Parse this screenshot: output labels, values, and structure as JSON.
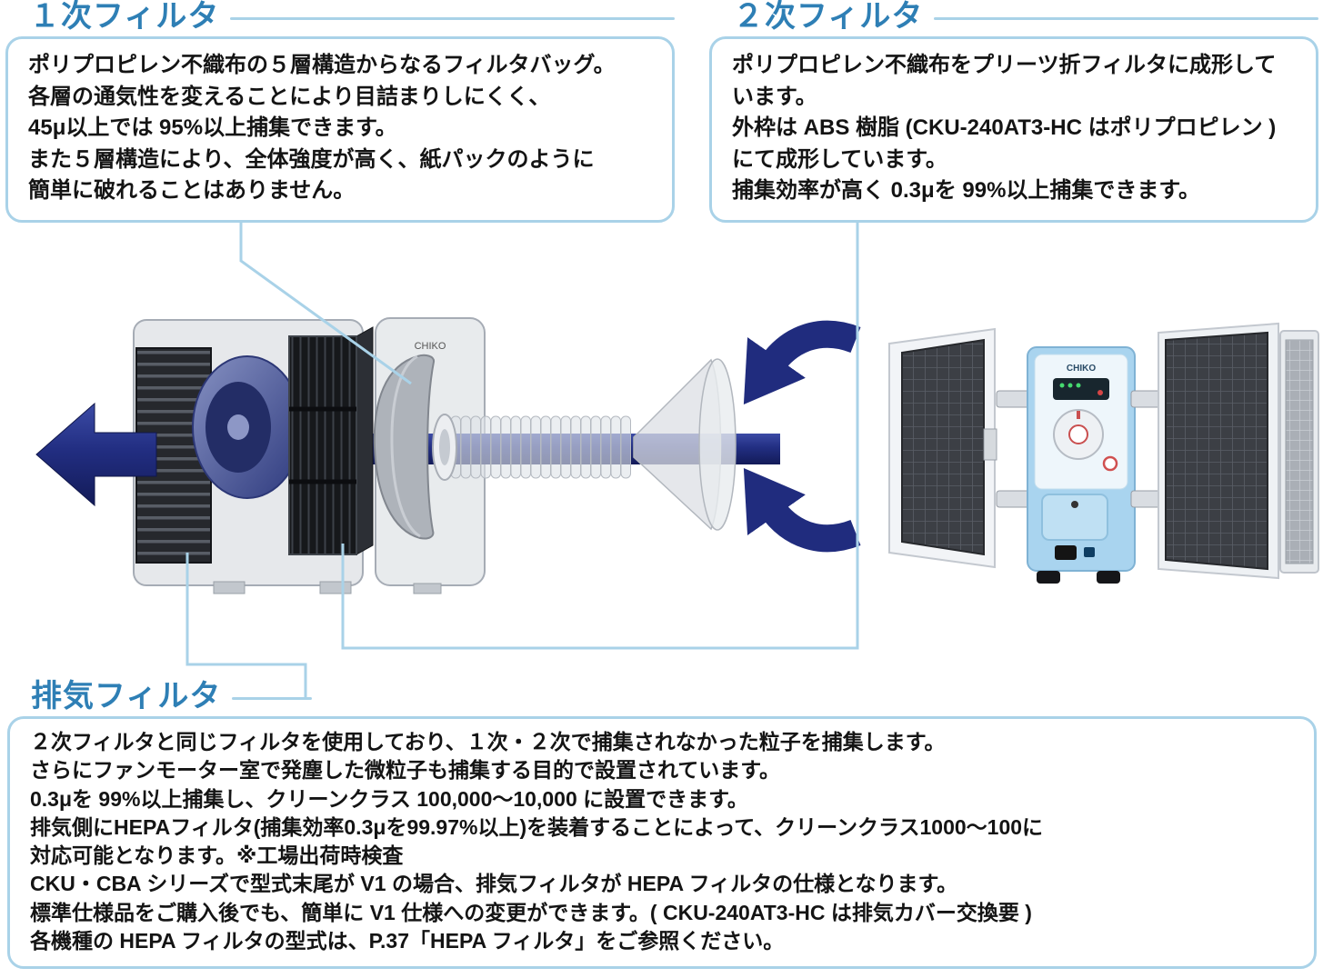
{
  "colors": {
    "title_blue": "#2e7fb5",
    "callout_border": "#a9d2e8",
    "arrow_navy": "#202c7e",
    "machine_blue": "#a9d4ef"
  },
  "brand": "CHIKO",
  "callouts": {
    "primary": {
      "title": "１次フィルタ",
      "body": [
        "ポリプロピレン不織布の５層構造からなるフィルタバッグ。",
        "各層の通気性を変えることにより目詰まりしにくく、",
        "45μ以上では 95%以上捕集できます。",
        "また５層構造により、全体強度が高く、紙パックのように",
        "簡単に破れることはありません。"
      ]
    },
    "secondary": {
      "title": "２次フィルタ",
      "body": [
        "ポリプロピレン不織布をプリーツ折フィルタに成形して",
        "います。",
        "外枠は ABS 樹脂 (CKU-240AT3-HC はポリプロピレン )",
        "にて成形しています。",
        "捕集効率が高く 0.3μを 99%以上捕集できます。"
      ]
    },
    "exhaust": {
      "title": "排気フィルタ",
      "body": [
        "２次フィルタと同じフィルタを使用しており、１次・２次で捕集されなかった粒子を捕集します。",
        "さらにファンモーター室で発塵した微粒子も捕集する目的で設置されています。",
        "0.3μを 99%以上捕集し、クリーンクラス 100,000〜10,000 に設置できます。",
        "排気側にHEPAフィルタ(捕集効率0.3μを99.97%以上)を装着することによって、クリーンクラス1000〜100に",
        "対応可能となります。※工場出荷時検査",
        "CKU・CBA シリーズで型式末尾が V1 の場合、排気フィルタが HEPA フィルタの仕様となります。",
        "標準仕様品をご購入後でも、簡単に V1 仕様への変更ができます。( CKU-240AT3-HC は排気カバー交換要 )",
        "各機種の HEPA フィルタの型式は、P.37「HEPA フィルタ」をご参照ください。"
      ]
    }
  }
}
